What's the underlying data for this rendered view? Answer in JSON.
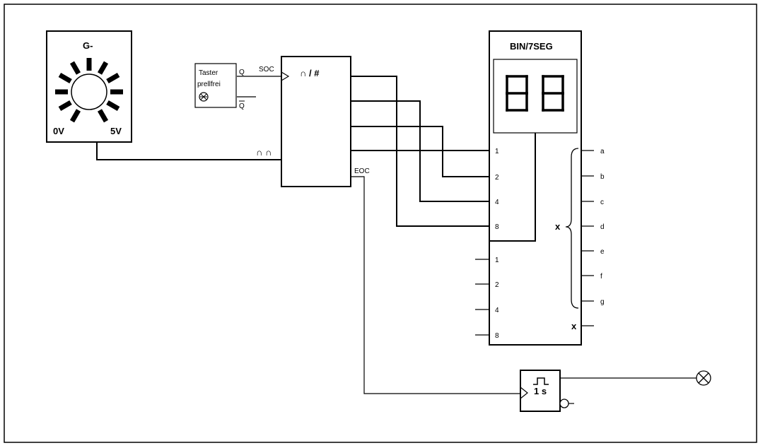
{
  "potentiometer": {
    "label": "G-",
    "left_label": "0V",
    "right_label": "5V"
  },
  "button": {
    "line1": "Taster",
    "line2": "prellfrei",
    "q": "Q",
    "q_bar": "Q"
  },
  "adc": {
    "title": "∩ / #",
    "soc": "SOC",
    "analog_in": "∩ ∩",
    "eoc": "EOC"
  },
  "decoder": {
    "title": "BIN/7SEG",
    "display_value": "88",
    "inputs_top": [
      "1",
      "2",
      "4",
      "8"
    ],
    "inputs_bottom": [
      "1",
      "2",
      "4",
      "8"
    ],
    "outputs": [
      "a",
      "b",
      "c",
      "d",
      "e",
      "f",
      "g"
    ],
    "brace_label": "x",
    "x_output": "x"
  },
  "monoflop": {
    "time": "1 s"
  },
  "lamp": {
    "icon": "lamp-icon"
  }
}
